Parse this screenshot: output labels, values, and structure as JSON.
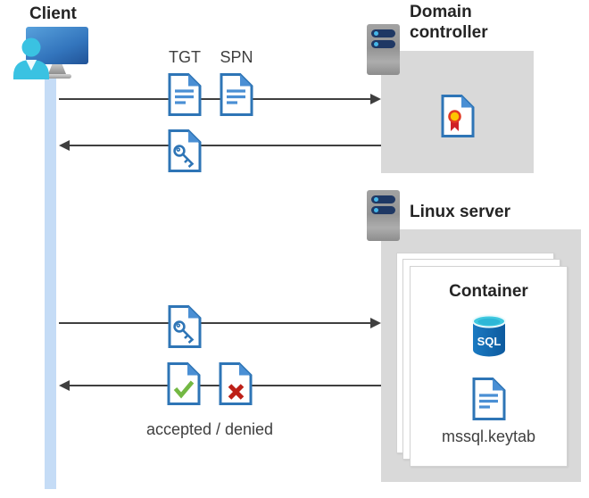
{
  "diagram": {
    "title_client": "Client",
    "title_domain_controller": "Domain controller",
    "title_linux_server": "Linux server",
    "title_container": "Container",
    "labels": {
      "tgt": "TGT",
      "spn": "SPN",
      "result": "accepted / denied",
      "keytab": "mssql.keytab",
      "sql": "SQL"
    },
    "icons": [
      "person-at-computer-icon",
      "server-icon",
      "document-icon",
      "key-document-icon",
      "certificate-document-icon",
      "check-document-icon",
      "x-document-icon",
      "sql-database-icon"
    ],
    "colors": {
      "doc_border_blue": "#2e75b6",
      "doc_fold_blue": "#4a8fd4",
      "doc_line_blue": "#5b9bd5",
      "accept_green": "#73b843",
      "deny_red": "#bd2018",
      "client_cyan": "#3ac2e2",
      "monitor_blue": "#3375bd",
      "lifeline_blue": "#c5dcf6",
      "box_gray": "#d9d9d9",
      "arrow_gray": "#3f3f3f",
      "server_bar_navy": "#1f3864",
      "server_dot_blue": "#45b6e8",
      "sql_body_blue": "#1266b1",
      "sql_top_cyan": "#41c9e0",
      "cert_gold": "#fdc500",
      "cert_red": "#cf2027"
    }
  }
}
